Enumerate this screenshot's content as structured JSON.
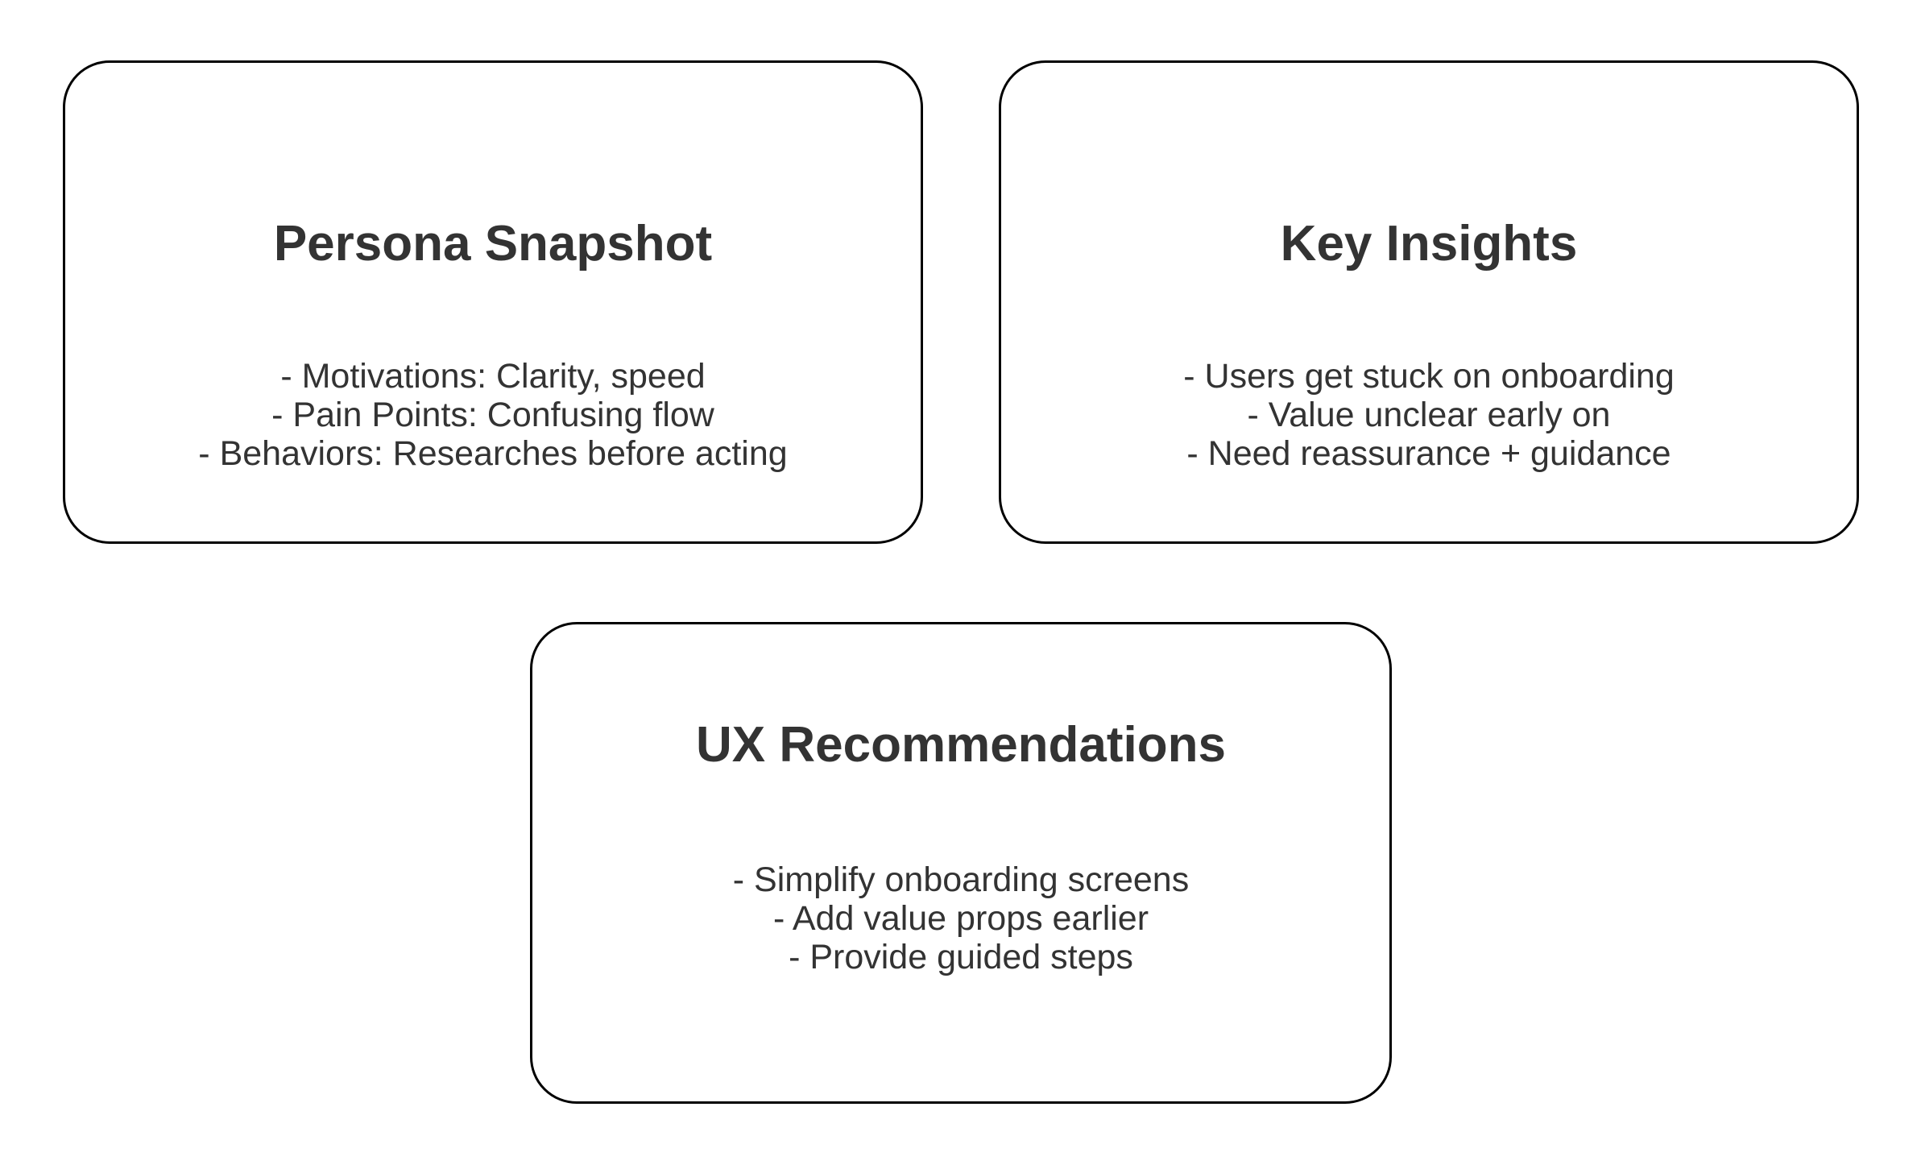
{
  "page": {
    "background_color": "#ffffff",
    "card_border_color": "#000000",
    "text_color": "#333333"
  },
  "cards": [
    {
      "id": "persona-snapshot",
      "title": "Persona Snapshot",
      "bullets": [
        "- Motivations: Clarity, speed",
        "- Pain Points: Confusing flow",
        "- Behaviors: Researches before acting"
      ]
    },
    {
      "id": "key-insights",
      "title": "Key Insights",
      "bullets": [
        "- Users get stuck on onboarding",
        "- Value unclear early on",
        "- Need reassurance + guidance"
      ]
    },
    {
      "id": "ux-recommendations",
      "title": "UX Recommendations",
      "bullets": [
        "- Simplify onboarding screens",
        "- Add value props earlier",
        "- Provide guided steps"
      ]
    }
  ]
}
